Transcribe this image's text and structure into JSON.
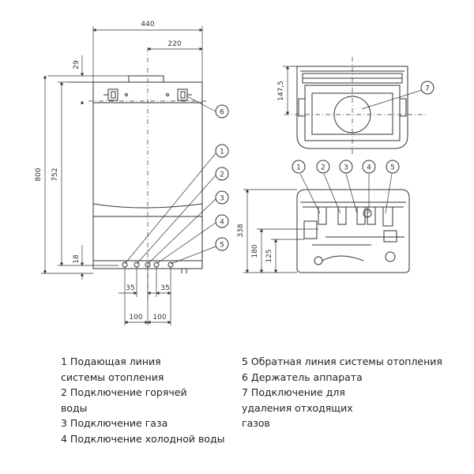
{
  "dimensions": {
    "width_total": "440",
    "width_half": "220",
    "top_offset": "29",
    "height_total": "800",
    "height_body": "752",
    "bottom_offset": "18",
    "spacing_35_left": "35",
    "spacing_35_right": "35",
    "spacing_100_left": "100",
    "spacing_100_right": "100",
    "top_view_depth": "147,5",
    "bottom_view_338": "338",
    "bottom_view_180": "180",
    "bottom_view_125": "125"
  },
  "callouts": {
    "c1": "1",
    "c2": "2",
    "c3": "3",
    "c4": "4",
    "c5": "5",
    "c6": "6",
    "c7": "7",
    "b1": "1",
    "b2": "2",
    "b3": "3",
    "b4": "4",
    "b5": "5"
  },
  "legend": {
    "left": [
      "1 Подающая линия",
      "системы отопления",
      "2 Подключение горячей",
      "воды",
      "3 Подключение газа",
      "4 Подключение холодной воды"
    ],
    "right": [
      "5 Обратная линия системы отопления",
      "6 Держатель аппарата",
      "7 Подключение для",
      "удаления отходящих",
      "газов"
    ]
  }
}
